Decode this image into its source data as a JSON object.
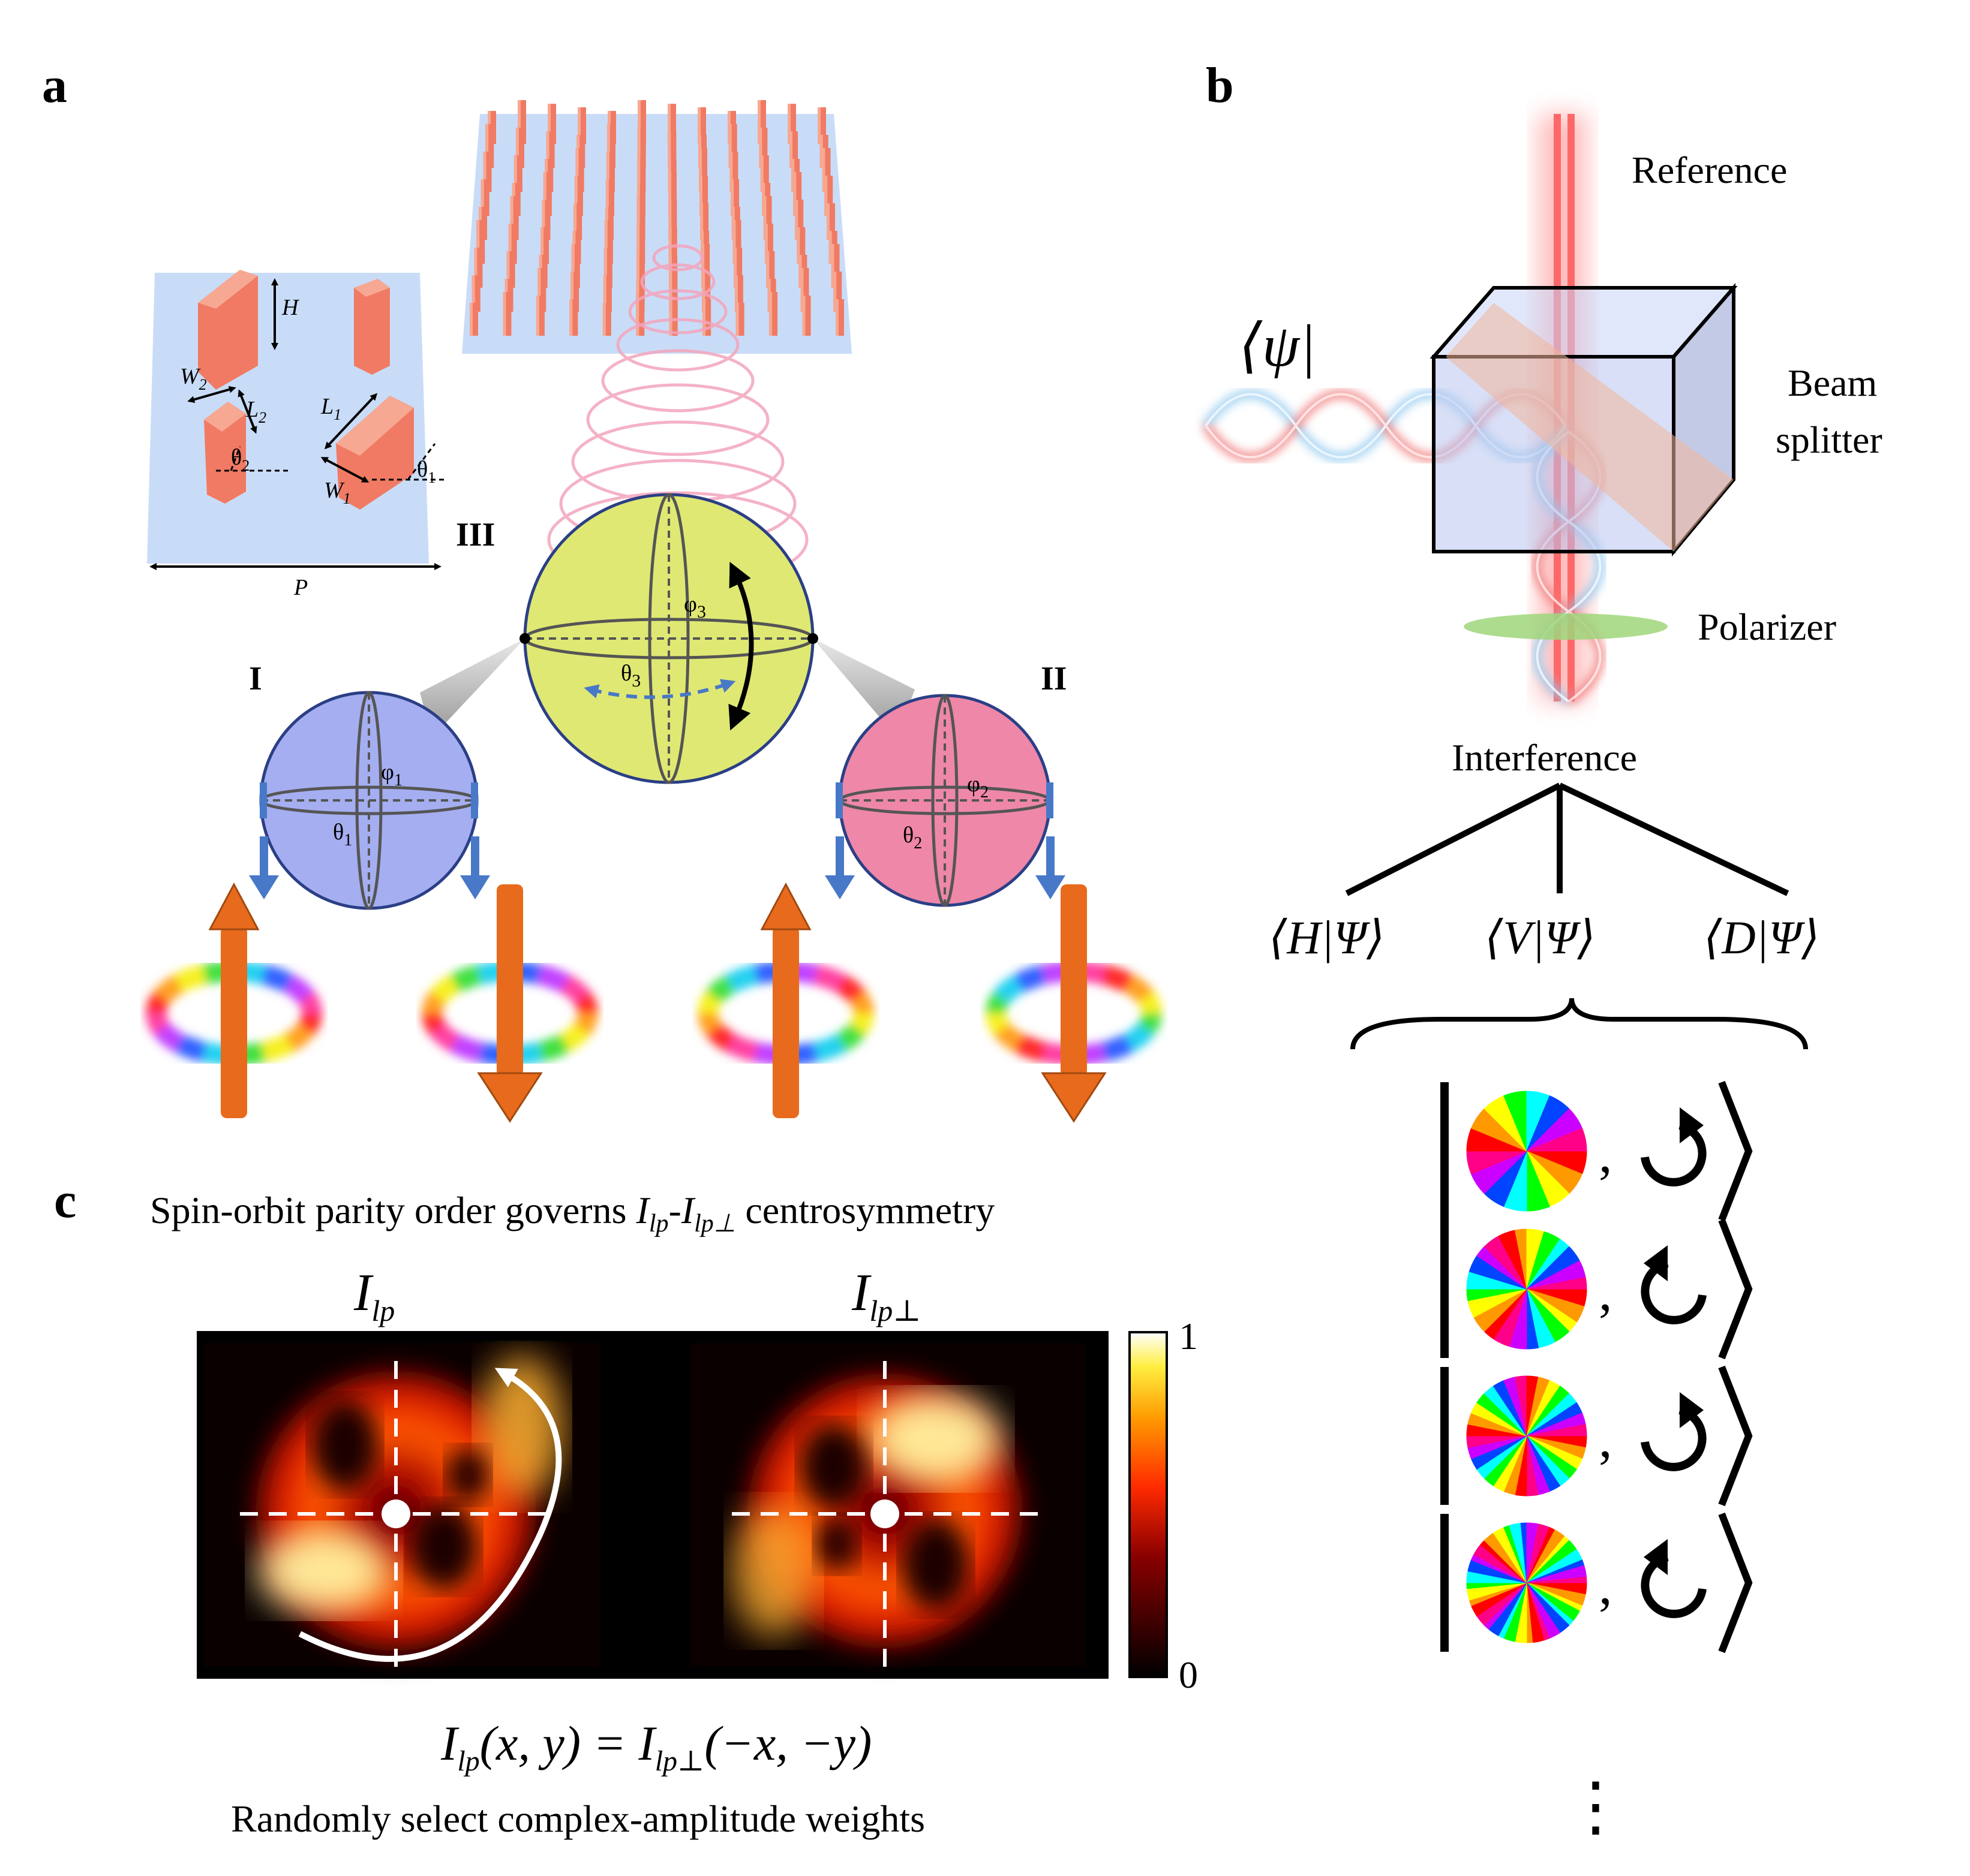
{
  "panels": {
    "a": "a",
    "b": "b",
    "c": "c"
  },
  "panel_a": {
    "labels": {
      "H": "H",
      "W2": "W",
      "W2_sub": "2",
      "L2": "L",
      "L2_sub": "2",
      "theta2": "θ",
      "theta2_sub": "2",
      "L1": "L",
      "L1_sub": "1",
      "W1": "W",
      "W1_sub": "1",
      "theta1": "θ",
      "theta1_sub": "1",
      "P": "P"
    },
    "roman": {
      "I": "I",
      "II": "II",
      "III": "III"
    },
    "spheres": {
      "s1": {
        "phi": "φ",
        "phi_sub": "1",
        "theta": "θ",
        "theta_sub": "1"
      },
      "s2": {
        "phi": "φ",
        "phi_sub": "2",
        "theta": "θ",
        "theta_sub": "2"
      },
      "s3": {
        "phi": "φ",
        "phi_sub": "3",
        "theta": "θ",
        "theta_sub": "3"
      }
    },
    "colors": {
      "sphere_I": "#a4aef0",
      "sphere_II": "#ee87a8",
      "sphere_III": "#dfe873",
      "substrate": "#c9dcf7",
      "pillar": "#f07a63",
      "arrow_orange": "#e86a1c",
      "arrow_blue": "#4878c8"
    }
  },
  "panel_b": {
    "psi_bra": "⟨ψ|",
    "reference": "Reference",
    "beam": "Beam",
    "splitter": "splitter",
    "polarizer": "Polarizer",
    "interference": "Interference",
    "projections": [
      "⟨H|Ψ⟩",
      "⟨V|Ψ⟩",
      "⟨D|Ψ⟩"
    ],
    "state_count": 4,
    "ellipsis": "⋮",
    "comma": ","
  },
  "panel_c": {
    "title_pre": "Spin-orbit parity order governs ",
    "title_I1": "I",
    "title_I1_sub": "lp",
    "title_dash": "-",
    "title_I2": "I",
    "title_I2_sub": "lp⊥",
    "title_post": " centrosymmetry",
    "img_left_label": "I",
    "img_left_sub": "lp",
    "img_right_label": "I",
    "img_right_sub": "lp⊥",
    "colorbar_max": "1",
    "colorbar_min": "0",
    "eq_lhs": "I",
    "eq_lhs_sub": "lp",
    "eq_lhs_args": "(x, y) = ",
    "eq_rhs": "I",
    "eq_rhs_sub": "lp⊥",
    "eq_rhs_args": "(−x, −y)",
    "caption": "Randomly select complex-amplitude weights"
  }
}
